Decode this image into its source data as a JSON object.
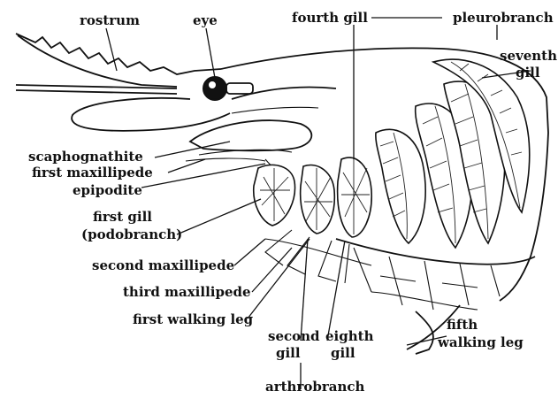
{
  "labels": {
    "rostrum": "rostrum",
    "eye": "eye",
    "fourth_gill": "fourth gill",
    "pleurobranch": "pleurobranch",
    "seventh": "seventh",
    "seventh_gill": "gill",
    "scaphognathite": "scaphognathite",
    "first_maxillipede": "first maxillipede",
    "epipodite": "epipodite",
    "first_gill": "first gill",
    "podobranch": "(podobranch)",
    "second_maxillipede": "second maxillipede",
    "third_maxillipede": "third maxillipede",
    "first_walking_leg": "first walking leg",
    "second": "second",
    "second_gill": "gill",
    "eighth": "eighth",
    "eighth_gill": "gill",
    "arthrobranch": "arthrobranch",
    "fifth": "fifth",
    "walking_leg": "walking leg"
  }
}
